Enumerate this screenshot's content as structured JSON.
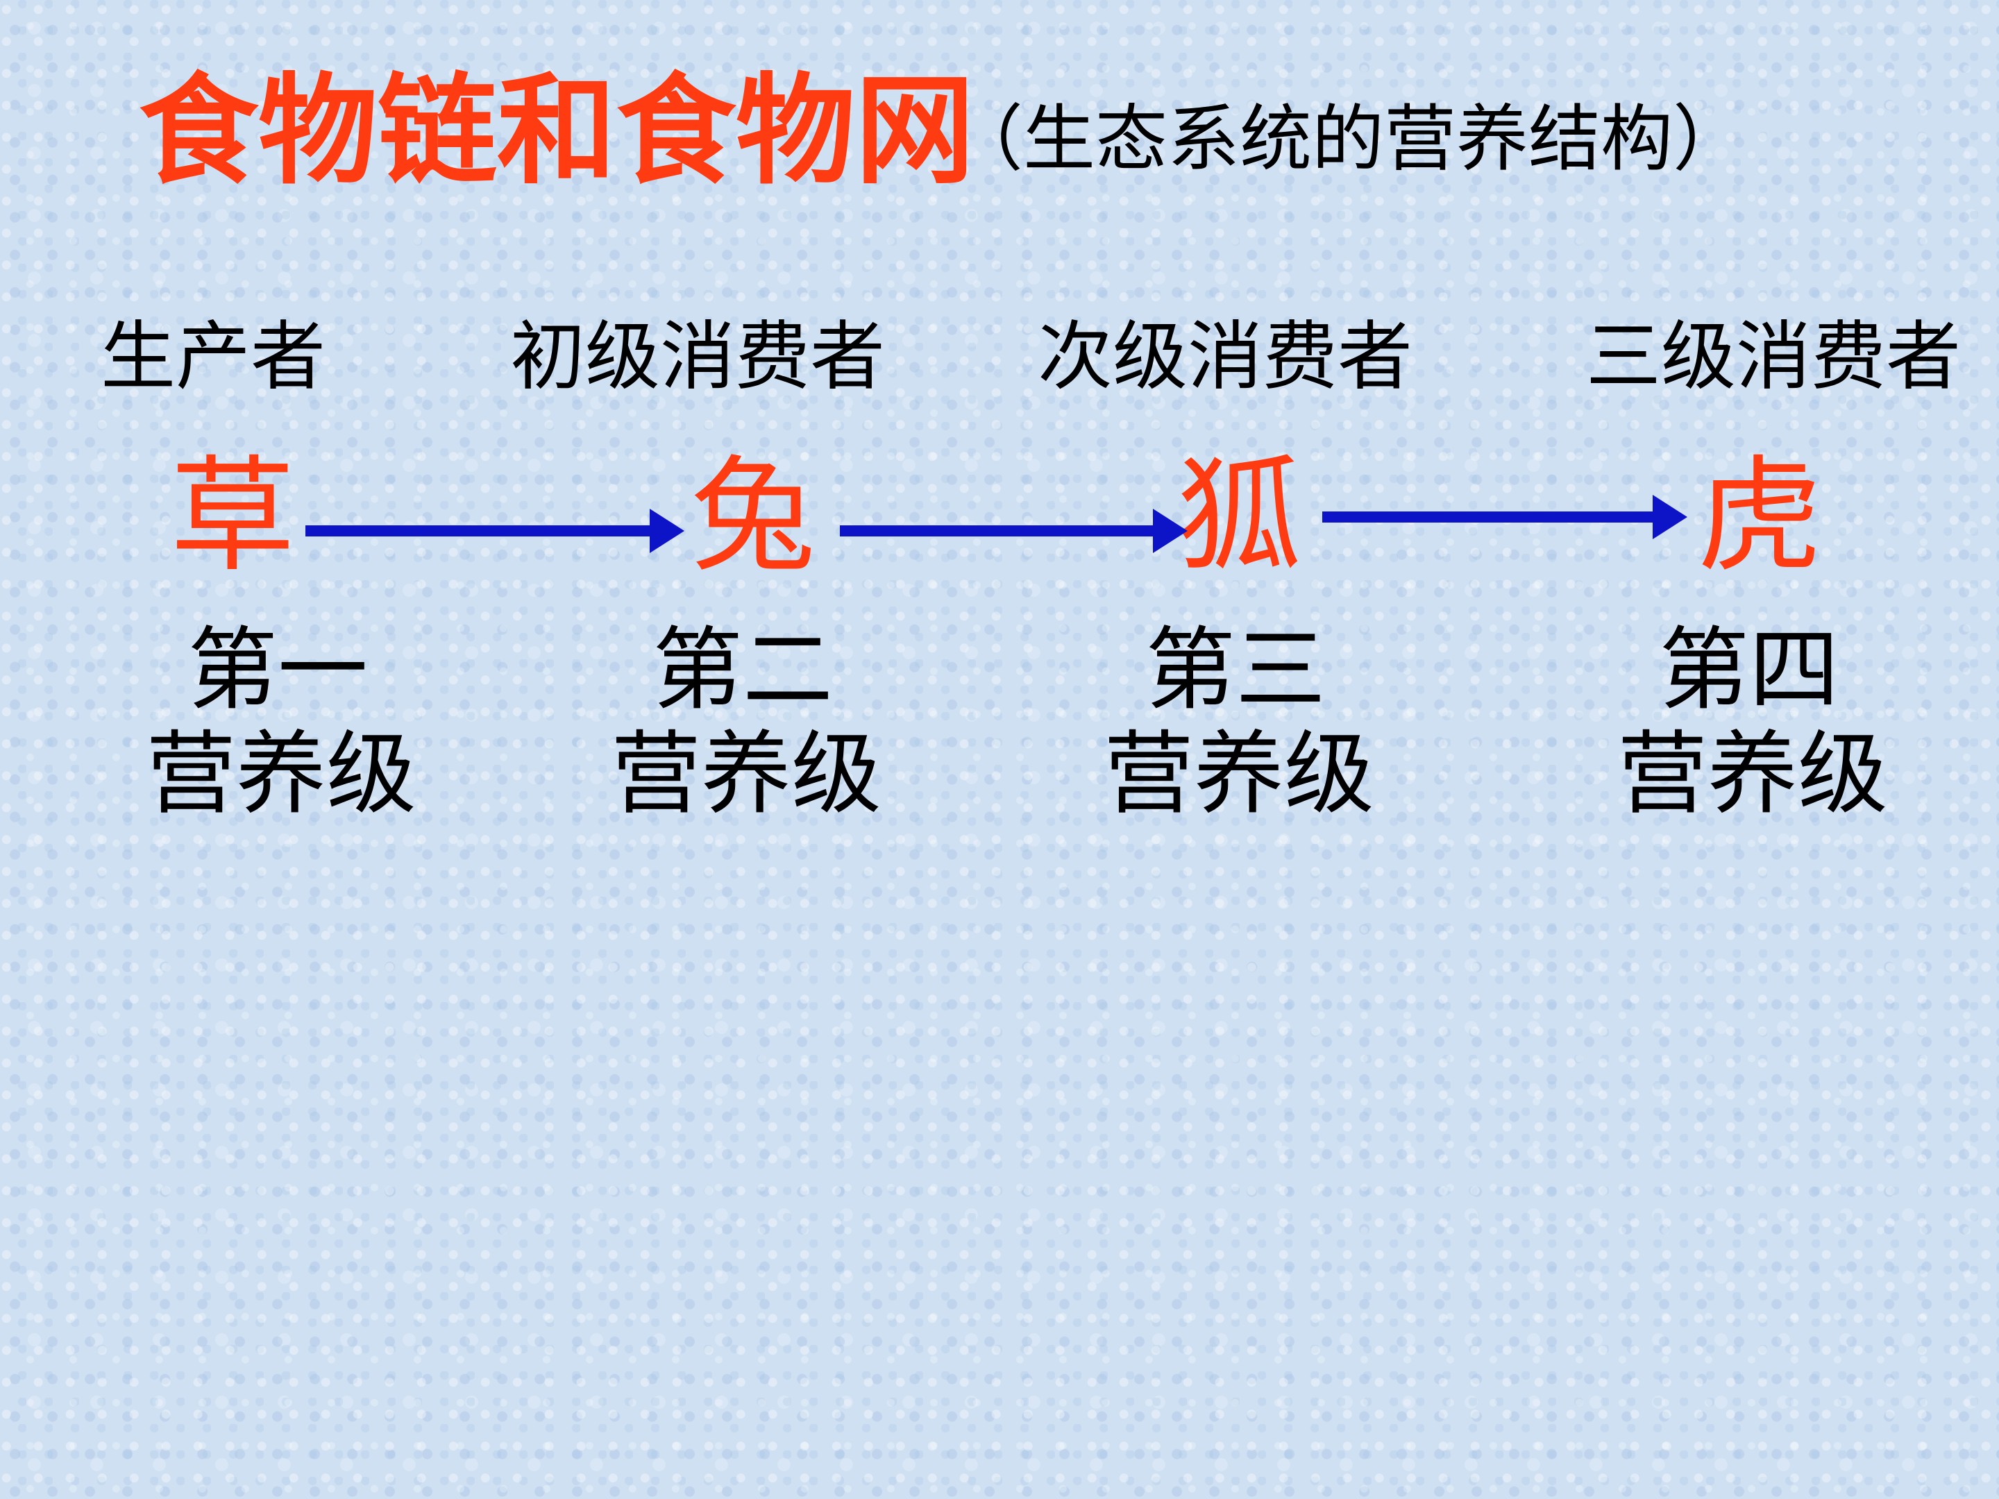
{
  "title": {
    "main": "食物链和食物网",
    "sub": "（生态系统的营养结构）"
  },
  "colors": {
    "accent": "#ff3b12",
    "arrow": "#0d14c8",
    "text": "#000000",
    "background": "#cfe0f2"
  },
  "chain": {
    "roles": [
      "生产者",
      "初级消费者",
      "次级消费者",
      "三级消费者"
    ],
    "organisms": [
      "草",
      "兔",
      "狐",
      "虎"
    ],
    "levels": [
      {
        "ordinal": "第一",
        "label": "营养级"
      },
      {
        "ordinal": "第二",
        "label": "营养级"
      },
      {
        "ordinal": "第三",
        "label": "营养级"
      },
      {
        "ordinal": "第四",
        "label": "营养级"
      }
    ]
  }
}
